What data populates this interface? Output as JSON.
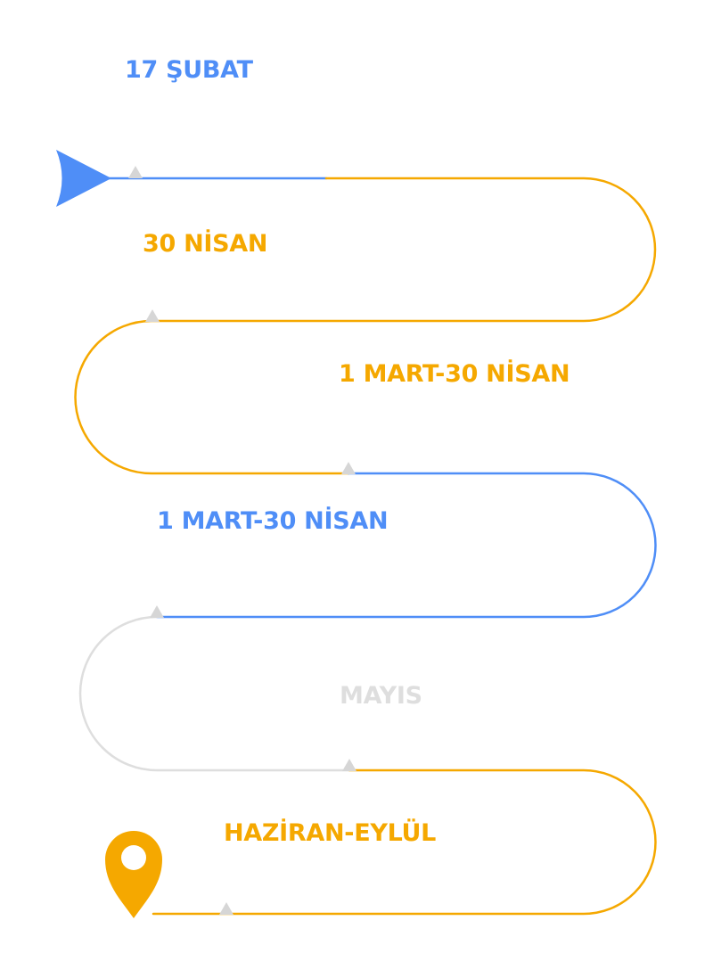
{
  "timeline": {
    "colors": {
      "blue": "#4f8ef7",
      "orange": "#f5a800",
      "gray": "#dedede",
      "marker": "#d6d6d6"
    },
    "icons": {
      "start": "play-arrow-icon",
      "end": "map-pin-icon"
    },
    "milestones": [
      {
        "label": "17 ŞUBAT",
        "color": "#4f8ef7"
      },
      {
        "label": "30 NİSAN",
        "color": "#f5a800"
      },
      {
        "label": "1 MART-30 NİSAN",
        "color": "#f5a800"
      },
      {
        "label": "1 MART-30 NİSAN",
        "color": "#4f8ef7"
      },
      {
        "label": "MAYIS",
        "color": "#dedede"
      },
      {
        "label": "HAZİRAN-EYLÜL",
        "color": "#f5a800"
      }
    ]
  }
}
